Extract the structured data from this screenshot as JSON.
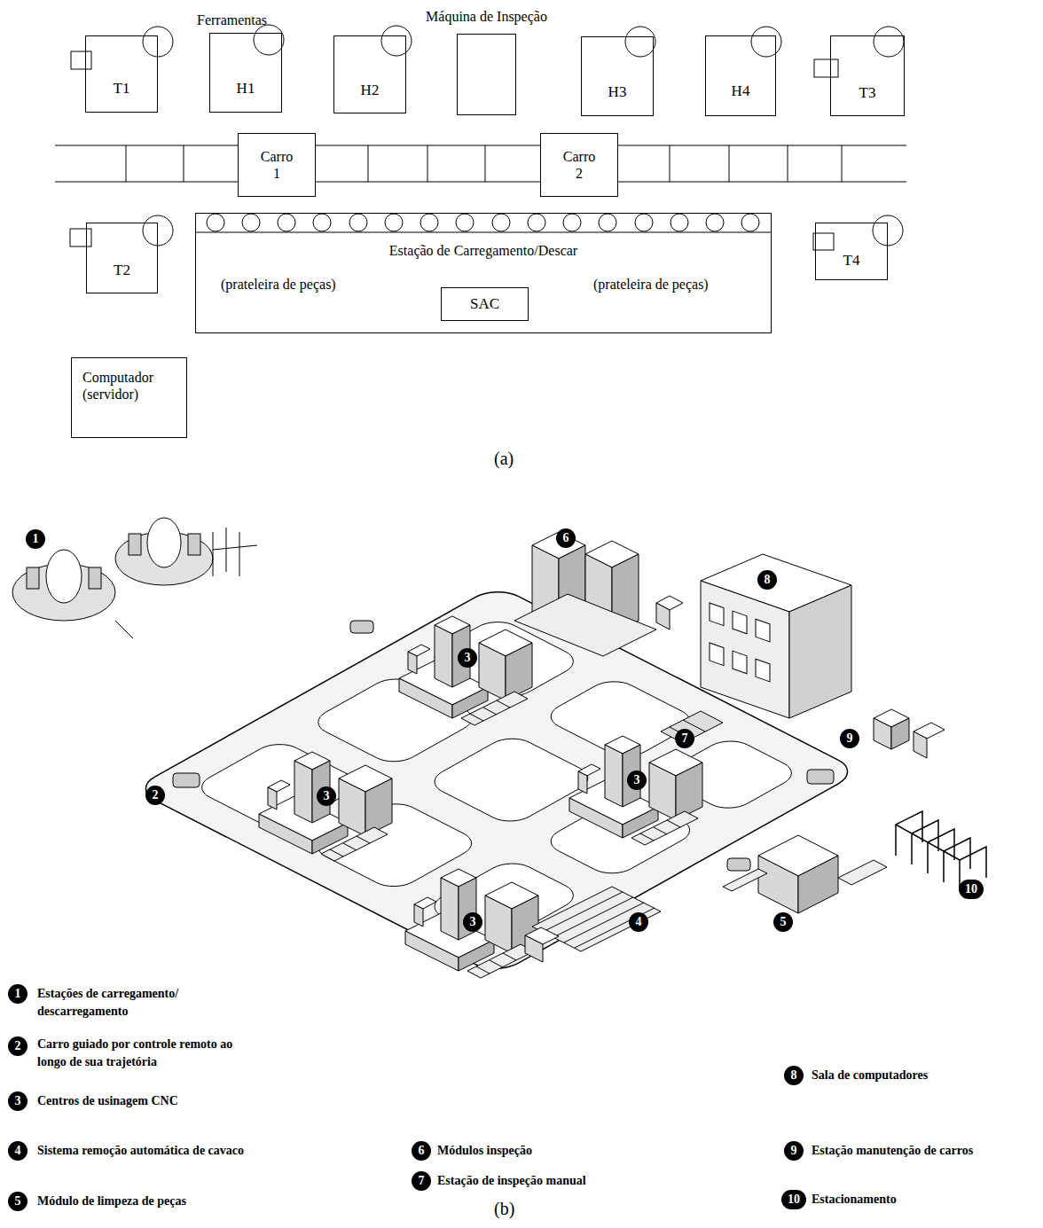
{
  "diagram": {
    "nodes": [
      {
        "text": [
          "T1"
        ]
      },
      {
        "text": [
          "H1"
        ]
      },
      {
        "text": [
          "H2"
        ]
      },
      {
        "text": [
          "Máquina de Inspeção"
        ]
      },
      {
        "text": [
          "H3"
        ]
      },
      {
        "text": [
          "H4"
        ]
      },
      {
        "text": [
          "T3"
        ]
      },
      {
        "text": [
          "Carro 1"
        ]
      },
      {
        "text": [
          "Carro 2"
        ]
      },
      {
        "text": [
          "T2"
        ]
      },
      {
        "text": [
          "Estação de Carregamento/Descar",
          "(prateleira de peças)",
          "(prateleira de peças)"
        ]
      },
      {
        "text": [
          "SAC"
        ],
        "in": 10
      },
      {
        "text": [
          "T4"
        ]
      },
      {
        "text": [
          "Computador (servidor)"
        ]
      }
    ],
    "labels": [
      "Ferramentas",
      "(a)",
      "1",
      "6",
      "8",
      "3",
      "7",
      "9",
      "2",
      "3",
      "3",
      "10",
      "3",
      "4",
      "5",
      "1",
      "Estações de carregamento/ descarregamento",
      "2",
      "Carro guiado por controle remoto ao longo de sua trajetória",
      "8",
      "Sala de computadores",
      "3",
      "Centros de usinagem CNC",
      "4",
      "Sistema remoção automática de cavaco",
      "6",
      "Módulos inspeção",
      "9",
      "Estação manutenção de carros",
      "7",
      "Estação de inspeção manual",
      "10",
      "Estacionamento",
      "5",
      "Módulo de limpeza de peças",
      "(b)"
    ]
  }
}
